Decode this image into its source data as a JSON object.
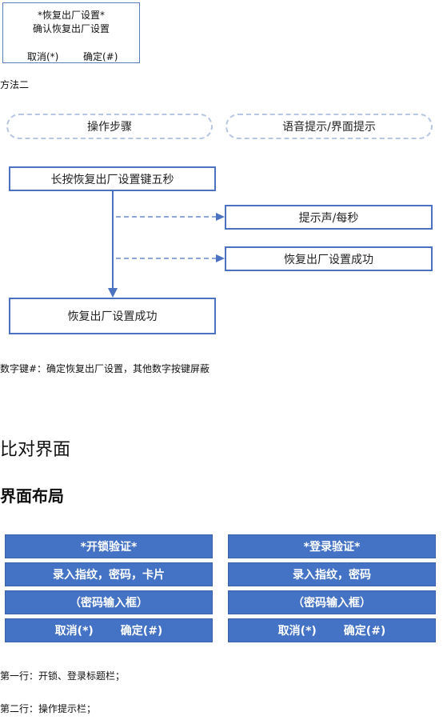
{
  "reset_screen": {
    "title": "*恢复出厂设置*",
    "prompt": "确认恢复出厂设置",
    "cancel": "取消(*)",
    "confirm": "确定(#)"
  },
  "method2_label": "方法二",
  "flow": {
    "header_left": "操作步骤",
    "header_right": "语音提示/界面提示",
    "step1": "长按恢复出厂设置键五秒",
    "hint1": "提示声/每秒",
    "hint2": "恢复出厂设置成功",
    "step2": "恢复出厂设置成功"
  },
  "note_text": "数字键#：确定恢复出厂设置，其他数字按键屏蔽",
  "section_title": "比对界面",
  "subsection_title": "界面布局",
  "layout_left": {
    "row1": "*开锁验证*",
    "row2": "录入指纹，密码，卡片",
    "row3": "（密码输入框）",
    "cancel": "取消(*)",
    "confirm": "确定(#)"
  },
  "layout_right": {
    "row1": "*登录验证*",
    "row2": "录入指纹，密码",
    "row3": "（密码输入框）",
    "cancel": "取消(*)",
    "confirm": "确定(#)"
  },
  "line1_desc": "第一行：开锁、登录标题栏；",
  "line2_desc": "第二行：操作提示栏；",
  "colors": {
    "accent": "#4472c4",
    "dashed": "#b7c6e2"
  }
}
